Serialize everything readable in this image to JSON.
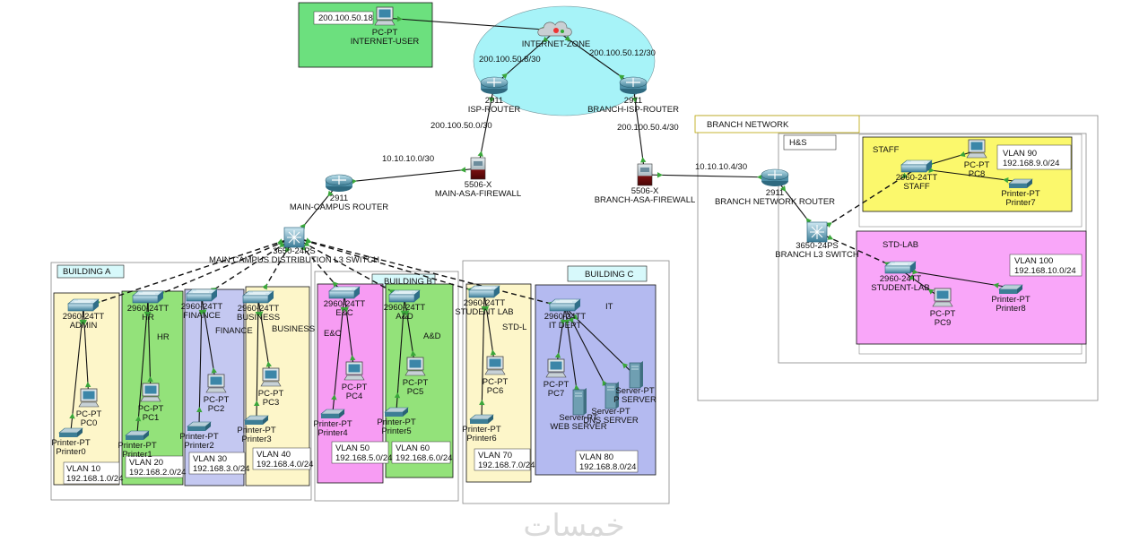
{
  "colors": {
    "admin": "#fdf6c9",
    "hr": "#93e27a",
    "finance": "#c4c8f1",
    "business": "#fdf6c9",
    "ec": "#f79cf3",
    "ad": "#93e27a",
    "std": "#fdf6c9",
    "it": "#b4baf0",
    "staff": "#fbf86c",
    "stdlab": "#f9a6f9",
    "internet_user": "#6ce07e",
    "cloud": "#a7f3f8",
    "link": "#111111",
    "arrow": "#3aa63a",
    "title_box": "#d7f9fb"
  },
  "rooms": [
    {
      "id": "admin",
      "label": "",
      "vlan": "VLAN 10",
      "subnet": "192.168.1.0/24"
    },
    {
      "id": "hr",
      "label": "HR",
      "vlan": "VLAN 20",
      "subnet": "192.168.2.0/24"
    },
    {
      "id": "finance",
      "label": "FINANCE",
      "vlan": "VLAN 30",
      "subnet": "192.168.3.0/24"
    },
    {
      "id": "business",
      "label": "BUSINESS",
      "vlan": "VLAN 40",
      "subnet": "192.168.4.0/24"
    },
    {
      "id": "ec",
      "label": "E&C",
      "vlan": "VLAN 50",
      "subnet": "192.168.5.0/24"
    },
    {
      "id": "ad",
      "label": "A&D",
      "vlan": "VLAN 60",
      "subnet": "192.168.6.0/24"
    },
    {
      "id": "std",
      "label": "STD-L",
      "vlan": "VLAN 70",
      "subnet": "192.168.7.0/24"
    },
    {
      "id": "it",
      "label": "IT",
      "vlan": "VLAN 80",
      "subnet": "192.168.8.0/24"
    },
    {
      "id": "staff",
      "label": "STAFF",
      "vlan": "VLAN 90",
      "subnet": "192.168.9.0/24"
    },
    {
      "id": "stdlab",
      "label": "STD-LAB",
      "vlan": "VLAN 100",
      "subnet": "192.168.10.0/24"
    }
  ],
  "buildings": {
    "a": "BUILDING A",
    "b": "BUILDING B",
    "c": "BUILDING C",
    "branch": "BRANCH NETWORK",
    "hs": "H&S"
  },
  "devices": [
    {
      "id": "internet_user",
      "type": "pc",
      "model": "PC-PT",
      "name": "INTERNET-USER",
      "ip": "200.100.50.18"
    },
    {
      "id": "internet_zone",
      "type": "cloud",
      "model": "",
      "name": "INTERNET-ZONE"
    },
    {
      "id": "isp_router",
      "type": "router",
      "model": "2911",
      "name": "ISP-ROUTER"
    },
    {
      "id": "branch_isp_router",
      "type": "router",
      "model": "2911",
      "name": "BRANCH-ISP-ROUTER"
    },
    {
      "id": "main_fw",
      "type": "firewall",
      "model": "5506-X",
      "name": "MAIN-ASA-FIREWALL"
    },
    {
      "id": "branch_fw",
      "type": "firewall",
      "model": "5506-X",
      "name": "BRANCH-ASA-FIREWALL"
    },
    {
      "id": "main_router",
      "type": "router",
      "model": "2911",
      "name": "MAIN-CAMPUS ROUTER"
    },
    {
      "id": "main_l3",
      "type": "l3switch",
      "model": "3650-24PS",
      "name": "MAIN CAMPUS DISTRIBUTION L3 SWITCH"
    },
    {
      "id": "branch_router",
      "type": "router",
      "model": "2911",
      "name": "BRANCH NETWORK ROUTER"
    },
    {
      "id": "branch_l3",
      "type": "l3switch",
      "model": "3650-24PS",
      "name": "BRANCH L3 SWITCH"
    },
    {
      "id": "sw_admin",
      "type": "switch",
      "model": "2960-24TT",
      "name": "ADMIN"
    },
    {
      "id": "sw_hr",
      "type": "switch",
      "model": "2960-24TT",
      "name": "HR"
    },
    {
      "id": "sw_finance",
      "type": "switch",
      "model": "2960-24TT",
      "name": "FINANCE"
    },
    {
      "id": "sw_business",
      "type": "switch",
      "model": "2960-24TT",
      "name": "BUSINESS"
    },
    {
      "id": "sw_ec",
      "type": "switch",
      "model": "2960-24TT",
      "name": "E&C"
    },
    {
      "id": "sw_ad",
      "type": "switch",
      "model": "2960-24TT",
      "name": "A&D"
    },
    {
      "id": "sw_std",
      "type": "switch",
      "model": "2960-24TT",
      "name": "STUDENT LAB"
    },
    {
      "id": "sw_it",
      "type": "switch",
      "model": "2960-24TT",
      "name": "IT DEPT"
    },
    {
      "id": "sw_staff",
      "type": "switch",
      "model": "2960-24TT",
      "name": "STAFF"
    },
    {
      "id": "sw_stdlab",
      "type": "switch",
      "model": "2960-24TT",
      "name": "STUDENT-LAB"
    },
    {
      "id": "pc0",
      "type": "pc",
      "model": "PC-PT",
      "name": "PC0"
    },
    {
      "id": "pc1",
      "type": "pc",
      "model": "PC-PT",
      "name": "PC1"
    },
    {
      "id": "pc2",
      "type": "pc",
      "model": "PC-PT",
      "name": "PC2"
    },
    {
      "id": "pc3",
      "type": "pc",
      "model": "PC-PT",
      "name": "PC3"
    },
    {
      "id": "pc4",
      "type": "pc",
      "model": "PC-PT",
      "name": "PC4"
    },
    {
      "id": "pc5",
      "type": "pc",
      "model": "PC-PT",
      "name": "PC5"
    },
    {
      "id": "pc6",
      "type": "pc",
      "model": "PC-PT",
      "name": "PC6"
    },
    {
      "id": "pc7",
      "type": "pc",
      "model": "PC-PT",
      "name": "PC7"
    },
    {
      "id": "pc8",
      "type": "pc",
      "model": "PC-PT",
      "name": "PC8"
    },
    {
      "id": "pc9",
      "type": "pc",
      "model": "PC-PT",
      "name": "PC9"
    },
    {
      "id": "printer0",
      "type": "printer",
      "model": "Printer-PT",
      "name": "Printer0"
    },
    {
      "id": "printer1",
      "type": "printer",
      "model": "Printer-PT",
      "name": "Printer1"
    },
    {
      "id": "printer2",
      "type": "printer",
      "model": "Printer-PT",
      "name": "Printer2"
    },
    {
      "id": "printer3",
      "type": "printer",
      "model": "Printer-PT",
      "name": "Printer3"
    },
    {
      "id": "printer4",
      "type": "printer",
      "model": "Printer-PT",
      "name": "Printer4"
    },
    {
      "id": "printer5",
      "type": "printer",
      "model": "Printer-PT",
      "name": "Printer5"
    },
    {
      "id": "printer6",
      "type": "printer",
      "model": "Printer-PT",
      "name": "Printer6"
    },
    {
      "id": "printer7",
      "type": "printer",
      "model": "Printer-PT",
      "name": "Printer7"
    },
    {
      "id": "printer8",
      "type": "printer",
      "model": "Printer-PT",
      "name": "Printer8"
    },
    {
      "id": "web_server",
      "type": "server",
      "model": "Server-PT",
      "name": "WEB SERVER"
    },
    {
      "id": "dns_server",
      "type": "server",
      "model": "Server-PT",
      "name": "DNS SERVER"
    },
    {
      "id": "p_server",
      "type": "server",
      "model": "Server-PT",
      "name": "P SERVER"
    }
  ],
  "subnets": {
    "inet_isp": "200.100.50.8/30",
    "inet_branch": "200.100.50.12/30",
    "isp_main": "200.100.50.0/30",
    "branch_isp": "200.100.50.4/30",
    "main_internal": "10.10.10.0/30",
    "branch_internal": "10.10.10.4/30"
  },
  "watermark": "خمسات"
}
